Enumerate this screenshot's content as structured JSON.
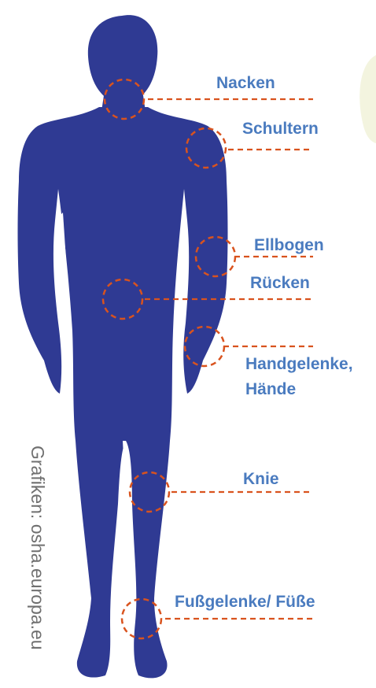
{
  "colors": {
    "body": "#2f3a93",
    "marker": "#d9531e",
    "label": "#4a7bbf",
    "credit": "#707070",
    "ghost": "#f3f4df"
  },
  "labels": {
    "nacken": "Nacken",
    "schultern": "Schultern",
    "ellbogen": "Ellbogen",
    "ruecken": "Rücken",
    "handgelenke": "Handgelenke,",
    "haende": "Hände",
    "knie": "Knie",
    "fussgelenke": "Fußgelenke/ Füße"
  },
  "credit": "Grafiken: osha.europa.eu"
}
